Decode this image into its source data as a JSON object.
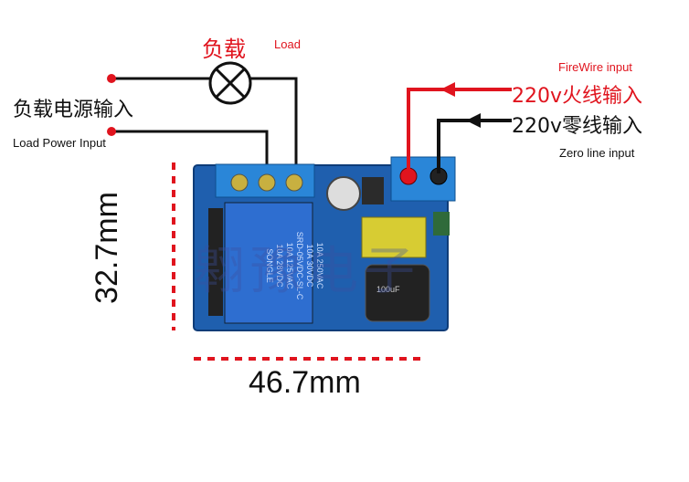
{
  "labels": {
    "load_cn": "负载",
    "load_en": "Load",
    "load_power_cn": "负载电源输入",
    "load_power_en": "Load Power Input",
    "firewire_en": "FireWire input",
    "live_cn": "220v火线输入",
    "neutral_cn": "220v零线输入",
    "zero_en": "Zero line input",
    "width_dim": "46.7mm",
    "height_dim": "32.7mm",
    "watermark": "翱豫电子"
  },
  "component_text": {
    "relay_lines": [
      "10A 250VAC",
      "10A 30VDC",
      "SRD-05VDC-SL-C"
    ],
    "relay_lines_right": [
      "10A 125VAC",
      "10A 28VDC"
    ],
    "relay_brand": "SONGLE",
    "cap_text": "100uF"
  },
  "colors": {
    "accent_red": "#e0141e",
    "board_blue": "#1f5fae",
    "terminal_blue": "#2a86d8"
  }
}
